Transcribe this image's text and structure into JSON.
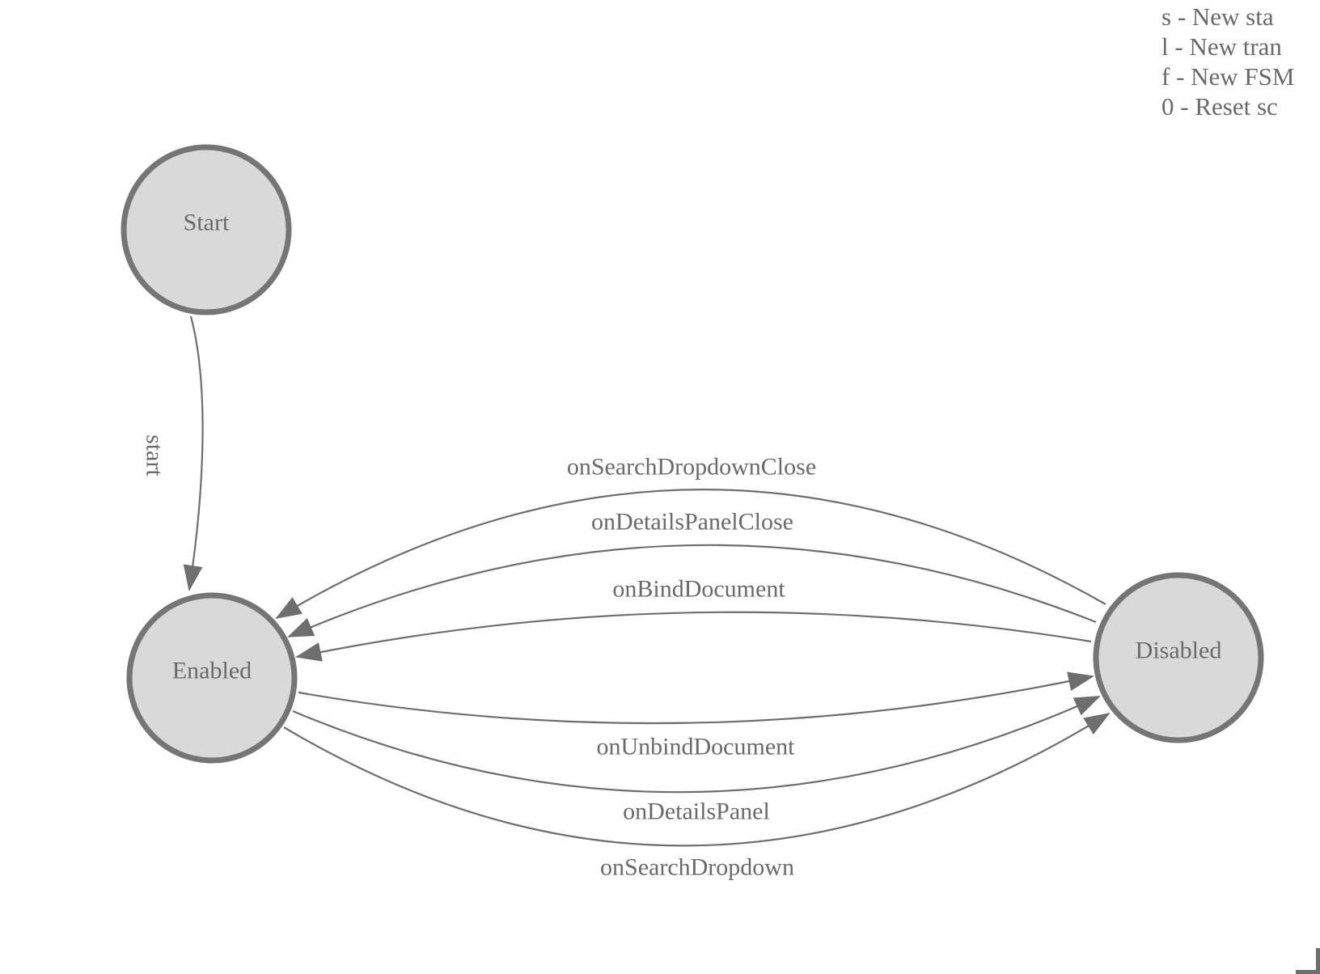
{
  "legend": {
    "lines": [
      "s - New sta",
      "l - New tran",
      "f - New FSM",
      "0 - Reset sc"
    ]
  },
  "diagram": {
    "states": [
      {
        "label": "Start"
      },
      {
        "label": "Enabled"
      },
      {
        "label": "Disabled"
      }
    ],
    "transitions": [
      {
        "label": "start",
        "from": "Start",
        "to": "Enabled"
      },
      {
        "label": "onSearchDropdownClose",
        "from": "Disabled",
        "to": "Enabled"
      },
      {
        "label": "onDetailsPanelClose",
        "from": "Disabled",
        "to": "Enabled"
      },
      {
        "label": "onBindDocument",
        "from": "Disabled",
        "to": "Enabled"
      },
      {
        "label": "onUnbindDocument",
        "from": "Enabled",
        "to": "Disabled"
      },
      {
        "label": "onDetailsPanel",
        "from": "Enabled",
        "to": "Disabled"
      },
      {
        "label": "onSearchDropdown",
        "from": "Enabled",
        "to": "Disabled"
      }
    ],
    "colors": {
      "background": "#ffffff",
      "node_fill": "#d9d9d9",
      "node_stroke": "#757575",
      "edge_stroke": "#6e6e6e",
      "text": "#6a6a6a"
    }
  }
}
